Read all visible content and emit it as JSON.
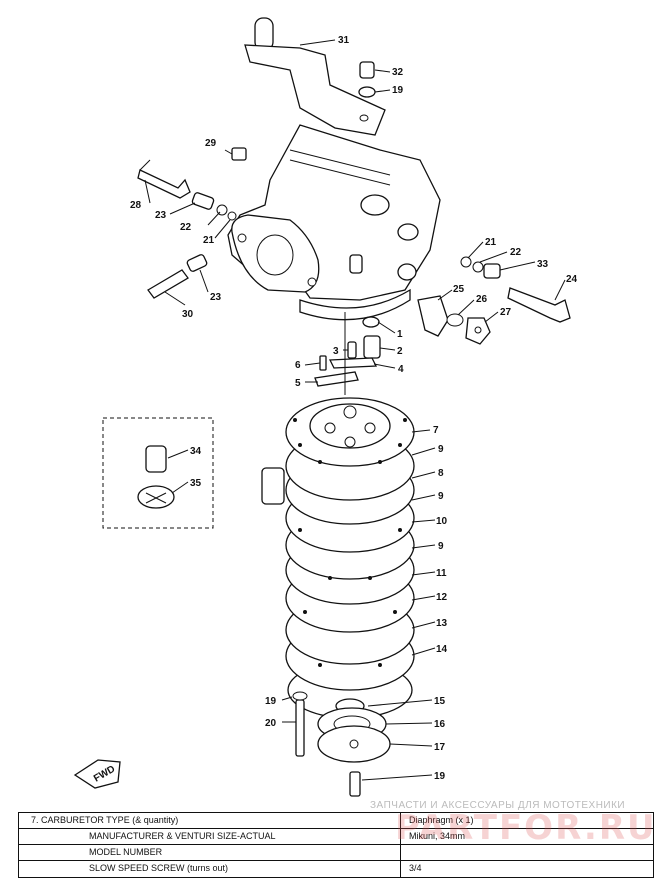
{
  "callouts": {
    "c1": "1",
    "c2": "2",
    "c3": "3",
    "c4": "4",
    "c5": "5",
    "c6": "6",
    "c7": "7",
    "c8": "8",
    "c9a": "9",
    "c9b": "9",
    "c9c": "9",
    "c10": "10",
    "c11": "11",
    "c12": "12",
    "c13": "13",
    "c14": "14",
    "c15": "15",
    "c16": "16",
    "c17": "17",
    "c19a": "19",
    "c19b": "19",
    "c19c": "19",
    "c20": "20",
    "c21a": "21",
    "c21b": "21",
    "c22a": "22",
    "c22b": "22",
    "c23a": "23",
    "c23b": "23",
    "c24": "24",
    "c25": "25",
    "c26": "26",
    "c27": "27",
    "c28": "28",
    "c29": "29",
    "c30": "30",
    "c31": "31",
    "c32": "32",
    "c33": "33",
    "c34": "34",
    "c35": "35"
  },
  "fwd_label": "FWD",
  "watermark": "ЗАПЧАСТИ И АКСЕССУАРЫ ДЛЯ МОТОТЕХНИКИ",
  "watermark_brand": "PARTFOR.RU",
  "spec_table": {
    "rows": [
      {
        "key": "7.   CARBURETOR TYPE (& quantity)",
        "value": "Diaphragm (x 1)"
      },
      {
        "key": "MANUFACTURER & VENTURI SIZE-ACTUAL",
        "value": "Mikuni, 34mm"
      },
      {
        "key": "MODEL NUMBER",
        "value": ""
      },
      {
        "key": "SLOW SPEED SCREW (turns out)",
        "value": "3/4"
      }
    ]
  }
}
